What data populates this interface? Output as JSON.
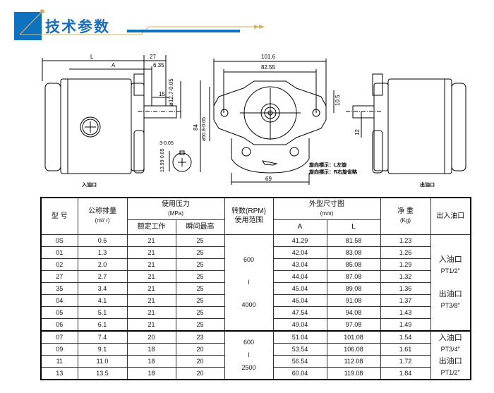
{
  "header": {
    "title": "技术参数",
    "accent": "#0f72be",
    "gold": "#d4b261"
  },
  "drawing": {
    "dims": {
      "L": "L",
      "d27": "27",
      "A": "A",
      "d635": "6.35",
      "d15": "15",
      "shaft_dia": "ø12.7-0.05",
      "key_w": "3-0.05",
      "key_h": "13.99-0.05",
      "d1016": "101.6",
      "d8255": "82.55",
      "pilot_dia": "ø50.8-0.05",
      "d84": "84",
      "d105": "10.5",
      "d69": "69",
      "d12": "12"
    },
    "rotation_note_1": "旋向標示：L左旋",
    "rotation_note_2": "旋向標示：R右旋省略",
    "inlet_label": "入油口",
    "outlet_label": "出油口"
  },
  "table": {
    "headers": {
      "model": "型 号",
      "displacement": "公称排量",
      "displacement_unit": "(ml/ r)",
      "pressure": "使用压力",
      "pressure_unit": "(MPa)",
      "rated": "额定工作",
      "peak": "瞬间最高",
      "speed": "转数(RPM)",
      "speed2": "使用范围",
      "size": "外型尺寸图",
      "size_unit": "(mm)",
      "A": "A",
      "L": "L",
      "weight": "净 重",
      "weight_unit": "(Kg)",
      "ports": "出入油口"
    },
    "rows": [
      {
        "model": "0S",
        "disp": "0.6",
        "rated": "21",
        "peak": "25",
        "A": "41.29",
        "L": "81.58",
        "kg": "1.23"
      },
      {
        "model": "01",
        "disp": "1.3",
        "rated": "21",
        "peak": "25",
        "A": "42.04",
        "L": "83.08",
        "kg": "1.26"
      },
      {
        "model": "02",
        "disp": "2.0",
        "rated": "21",
        "peak": "25",
        "A": "43.04",
        "L": "85.08",
        "kg": "1.29"
      },
      {
        "model": "27",
        "disp": "2.7",
        "rated": "21",
        "peak": "25",
        "A": "44.04",
        "L": "87.08",
        "kg": "1.32"
      },
      {
        "model": "35",
        "disp": "3.4",
        "rated": "21",
        "peak": "25",
        "A": "45.04",
        "L": "89.08",
        "kg": "1.36"
      },
      {
        "model": "04",
        "disp": "4.1",
        "rated": "21",
        "peak": "25",
        "A": "46.04",
        "L": "91.08",
        "kg": "1.37"
      },
      {
        "model": "05",
        "disp": "5.1",
        "rated": "21",
        "peak": "25",
        "A": "47.54",
        "L": "94.08",
        "kg": "1.43"
      },
      {
        "model": "06",
        "disp": "6.1",
        "rated": "21",
        "peak": "25",
        "A": "49.04",
        "L": "97.08",
        "kg": "1.49"
      },
      {
        "model": "07",
        "disp": "7.4",
        "rated": "20",
        "peak": "23",
        "A": "51.04",
        "L": "101.08",
        "kg": "1.54"
      },
      {
        "model": "09",
        "disp": "9.1",
        "rated": "18",
        "peak": "20",
        "A": "53.54",
        "L": "106.08",
        "kg": "1.61"
      },
      {
        "model": "11",
        "disp": "11.0",
        "rated": "18",
        "peak": "20",
        "A": "56.54",
        "L": "112.08",
        "kg": "1.72"
      },
      {
        "model": "13",
        "disp": "13.5",
        "rated": "18",
        "peak": "20",
        "A": "60.04",
        "L": "119.08",
        "kg": "1.84"
      }
    ],
    "group1": {
      "speed_min": "600",
      "speed_sep": "l",
      "speed_max": "4000",
      "inlet": "入油口",
      "inlet_size": "PT1/2\"",
      "outlet": "出油口",
      "outlet_size": "PT3/8\""
    },
    "group2": {
      "speed_min": "600",
      "speed_sep": "l",
      "speed_max": "2500",
      "inlet": "入油口",
      "inlet_size": "PT3/4\"",
      "outlet": "出油口",
      "outlet_size": "PT1/2\""
    }
  }
}
